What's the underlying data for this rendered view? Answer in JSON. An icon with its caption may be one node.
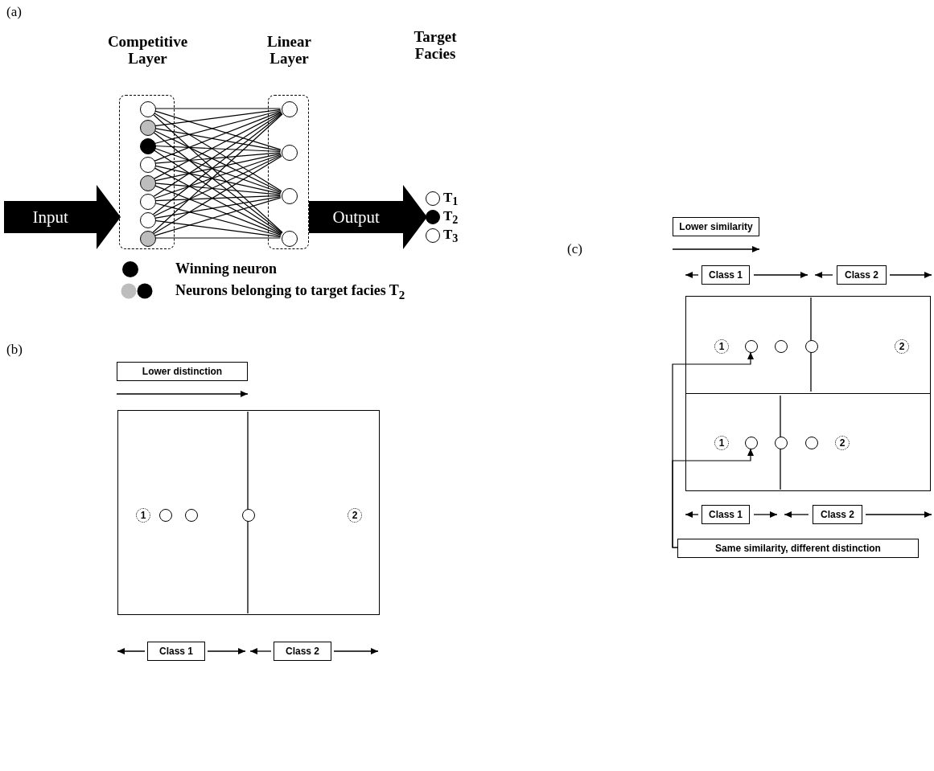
{
  "diagram": {
    "nodes": [
      {
        "text": [
          "Competitive Layer"
        ]
      },
      {
        "text": [],
        "shape": "circle",
        "in": 0
      },
      {
        "text": [],
        "shape": "circle",
        "in": 0
      },
      {
        "text": [],
        "shape": "circle",
        "in": 0
      },
      {
        "text": [],
        "shape": "circle",
        "in": 0
      },
      {
        "text": [],
        "shape": "circle",
        "in": 0
      },
      {
        "text": [],
        "shape": "circle",
        "in": 0
      },
      {
        "text": [],
        "shape": "circle",
        "in": 0
      },
      {
        "text": [],
        "shape": "circle",
        "in": 0
      },
      {
        "text": [
          "Linear Layer"
        ]
      },
      {
        "text": [],
        "shape": "circle",
        "in": 9
      },
      {
        "text": [],
        "shape": "circle",
        "in": 9
      },
      {
        "text": [],
        "shape": "circle",
        "in": 9
      },
      {
        "text": [],
        "shape": "circle",
        "in": 9
      },
      {
        "text": [],
        "shape": "circle",
        "beside": [
          "T$_{1}$"
        ]
      },
      {
        "text": [],
        "shape": "circle",
        "beside": [
          "T$_{2}$"
        ]
      },
      {
        "text": [],
        "shape": "circle",
        "beside": [
          "T$_{3}$"
        ]
      },
      {
        "text": [
          "Lower distinction"
        ]
      },
      {
        "text": [],
        "shape": "box"
      },
      {
        "text": [
          "1"
        ],
        "in": 18
      },
      {
        "text": [],
        "shape": "circle",
        "in": 18
      },
      {
        "text": [],
        "shape": "circle",
        "in": 18
      },
      {
        "text": [],
        "shape": "circle",
        "in": 18
      },
      {
        "text": [
          "2"
        ],
        "in": 18
      },
      {
        "text": [
          "Class 1"
        ]
      },
      {
        "text": [
          "Class 2"
        ]
      },
      {
        "text": [
          "Lower similarity"
        ]
      },
      {
        "text": [
          "Class 1"
        ]
      },
      {
        "text": [
          "Class 2"
        ]
      },
      {
        "text": [],
        "shape": "box"
      },
      {
        "text": [
          "1"
        ],
        "in": 29
      },
      {
        "text": [],
        "shape": "circle",
        "in": 29
      },
      {
        "text": [],
        "shape": "circle",
        "in": 29
      },
      {
        "text": [],
        "shape": "circle",
        "in": 29
      },
      {
        "text": [
          "2"
        ],
        "in": 29
      },
      {
        "text": [],
        "shape": "box"
      },
      {
        "text": [
          "1"
        ],
        "in": 35
      },
      {
        "text": [],
        "shape": "circle",
        "in": 35
      },
      {
        "text": [],
        "shape": "circle",
        "in": 35
      },
      {
        "text": [],
        "shape": "circle",
        "in": 35
      },
      {
        "text": [
          "2"
        ],
        "in": 35
      },
      {
        "text": [
          "Class 1"
        ]
      },
      {
        "text": [
          "Class 2"
        ]
      },
      {
        "text": [
          "Same similarity, different distinction"
        ]
      }
    ],
    "edges": [
      {
        "from": 1,
        "to": 10,
        "arrow": "none"
      },
      {
        "from": 1,
        "to": 11,
        "arrow": "none"
      },
      {
        "from": 1,
        "to": 12,
        "arrow": "none"
      },
      {
        "from": 1,
        "to": 13,
        "arrow": "none"
      },
      {
        "from": 2,
        "to": 10,
        "arrow": "none"
      },
      {
        "from": 2,
        "to": 11,
        "arrow": "none"
      },
      {
        "from": 2,
        "to": 12,
        "arrow": "none"
      },
      {
        "from": 2,
        "to": 13,
        "arrow": "none"
      },
      {
        "from": 3,
        "to": 10,
        "arrow": "none"
      },
      {
        "from": 3,
        "to": 11,
        "arrow": "none"
      },
      {
        "from": 3,
        "to": 12,
        "arrow": "none"
      },
      {
        "from": 3,
        "to": 13,
        "arrow": "none"
      },
      {
        "from": 4,
        "to": 10,
        "arrow": "none"
      },
      {
        "from": 4,
        "to": 11,
        "arrow": "none"
      },
      {
        "from": 4,
        "to": 12,
        "arrow": "none"
      },
      {
        "from": 4,
        "to": 13,
        "arrow": "none"
      },
      {
        "from": 5,
        "to": 10,
        "arrow": "none"
      },
      {
        "from": 5,
        "to": 11,
        "arrow": "none"
      },
      {
        "from": 5,
        "to": 12,
        "arrow": "none"
      },
      {
        "from": 5,
        "to": 13,
        "arrow": "none"
      },
      {
        "from": 6,
        "to": 10,
        "arrow": "none"
      },
      {
        "from": 6,
        "to": 11,
        "arrow": "none"
      },
      {
        "from": 6,
        "to": 12,
        "arrow": "none"
      },
      {
        "from": 6,
        "to": 13,
        "arrow": "none"
      },
      {
        "from": 7,
        "to": 10,
        "arrow": "none"
      },
      {
        "from": 7,
        "to": 11,
        "arrow": "none"
      },
      {
        "from": 7,
        "to": 12,
        "arrow": "none"
      },
      {
        "from": 7,
        "to": 13,
        "arrow": "none"
      },
      {
        "from": 8,
        "to": 10,
        "arrow": "none"
      },
      {
        "from": 8,
        "to": 11,
        "arrow": "none"
      },
      {
        "from": 8,
        "to": 12,
        "arrow": "none"
      },
      {
        "from": 8,
        "to": 13,
        "arrow": "none"
      },
      {
        "from": null,
        "to": 0,
        "arrow": "to",
        "label": "Input",
        "style": "thick"
      },
      {
        "from": 9,
        "to": 15,
        "arrow": "to",
        "label": "Output",
        "style": "thick"
      },
      {
        "from": 43,
        "to": 31,
        "arrow": "to"
      },
      {
        "from": 43,
        "to": 37,
        "arrow": "to"
      }
    ],
    "labels": [
      "(a)",
      "Target Facies",
      "(b)",
      "(c)"
    ],
    "legend": [
      {
        "text": "Winning neuron",
        "color": "#000000"
      },
      {
        "text": "Neurons belonging to target facies T$_{2}$"
      }
    ]
  }
}
